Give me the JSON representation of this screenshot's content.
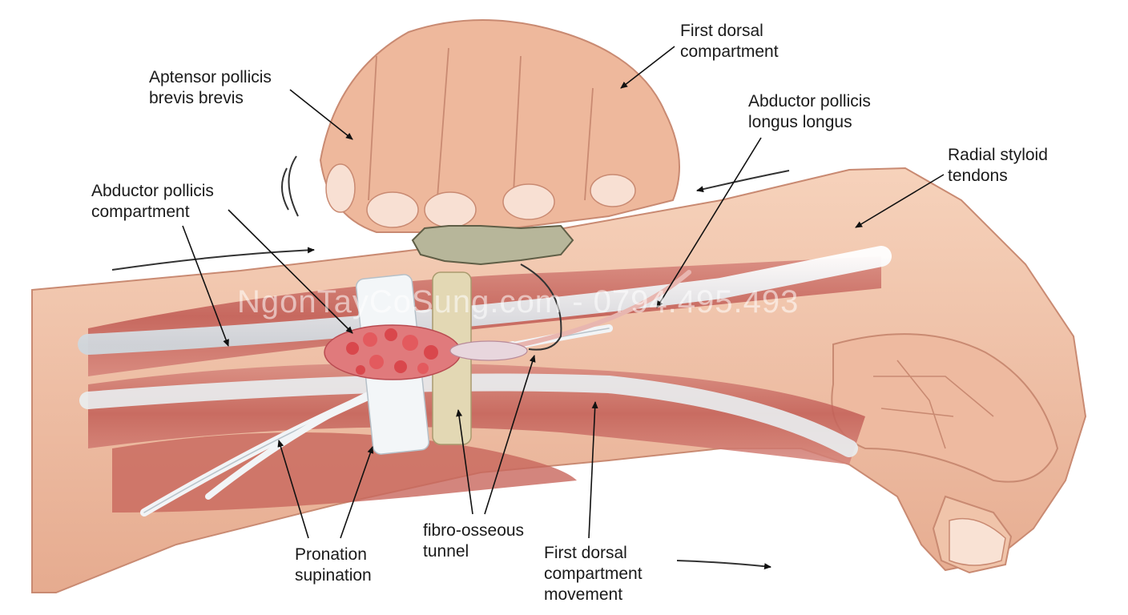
{
  "labels": {
    "extensor_brevis": [
      "Aptensor pollicis",
      "brevis brevis"
    ],
    "first_dorsal_top": [
      "First dorsal",
      "compartment"
    ],
    "apl_longus": [
      "Abductor pollicis",
      "longus longus"
    ],
    "radial_styloid": [
      "Radial styloid",
      "tendons"
    ],
    "apl_compartment": [
      "Abductor pollicis",
      "compartment"
    ],
    "pronation": [
      "Pronation",
      "supination"
    ],
    "fibro_osseous": [
      "fibro-osseous",
      "tunnel"
    ],
    "first_dorsal_movement": [
      "First dorsal",
      "compartment",
      "movement"
    ]
  },
  "watermark": "NgonTayCoSung.com - 0794.495.493",
  "colors": {
    "skin": "#f2c2a6",
    "skin_shadow": "#d99c80",
    "muscle": "#c96a60",
    "tendon": "#ecefef",
    "inflammation": "#d9474c",
    "arrow": "#111111"
  }
}
